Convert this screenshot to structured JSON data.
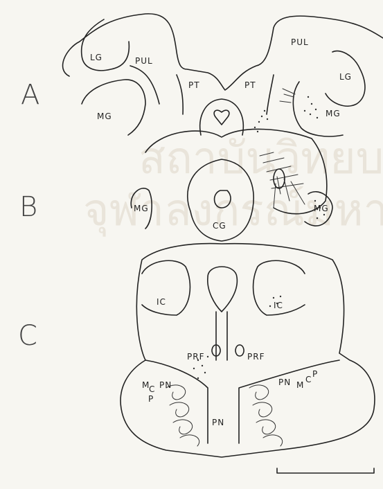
{
  "watermark": {
    "line1": "สถาบันวิทยบริการ",
    "line2": "จุฬาลงกรณ์มหาวิทยาลัย"
  },
  "panels": {
    "A": {
      "letter": "A",
      "labels": {
        "lg_left": "LG",
        "pul_left": "PUL",
        "pt_left": "PT",
        "pt_right": "PT",
        "pul_right": "PUL",
        "lg_right": "LG",
        "mg_left": "MG",
        "mg_right": "MG"
      }
    },
    "B": {
      "letter": "B",
      "labels": {
        "mg_left": "MG",
        "cg": "CG",
        "mg_right": "MG"
      }
    },
    "C": {
      "letter": "C",
      "labels": {
        "ic_left": "IC",
        "ic_right": "IC",
        "prf_left": "PRF",
        "prf_right": "PRF",
        "mcp_left_m": "M",
        "mcp_left_c": "C",
        "mcp_left_p": "P",
        "pn_left": "PN",
        "pn_center": "PN",
        "pn_right": "PN",
        "mcp_right_m": "M",
        "mcp_right_c": "C",
        "mcp_right_p": "P"
      }
    }
  }
}
